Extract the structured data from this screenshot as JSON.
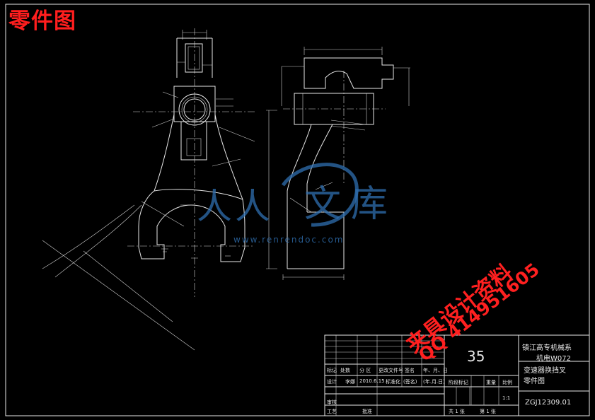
{
  "page": {
    "title": "零件图"
  },
  "watermark": {
    "chars": [
      "人",
      "人",
      "文",
      "库"
    ],
    "url": "www.renrendoc.com"
  },
  "stamp": {
    "line1": "夹具设计资料",
    "line2": "QQ 414951605"
  },
  "title_block": {
    "material": "35",
    "school": "镇江高专机械系",
    "class_code": "机电W072",
    "part_name_line1": "变速器换挡叉",
    "part_name_line2": "零件图",
    "drawing_number": "ZGJ12309.01",
    "scale_label": "比例",
    "scale_value": "1:1",
    "stage_label": "阶段标记",
    "weight_label": "重量",
    "sheet_total": "共 1 张",
    "sheet_index": "第 1 张",
    "rev_labels": [
      "标记",
      "处数",
      "分 区",
      "更改文件号",
      "签名",
      "年、月、日"
    ],
    "design_label": "设计",
    "designer": "李娜",
    "design_date": "2010.6.15",
    "std_label": "标准化",
    "std_sign": "(签名)",
    "std_date": "(年.月.日)",
    "review_label": "审核",
    "process_label": "工艺",
    "approve_label": "批准"
  },
  "colors": {
    "background": "#000000",
    "lines": "#e8e8e8",
    "title_red": "#ff1e1e",
    "watermark_blue": "#2f6fb0"
  }
}
